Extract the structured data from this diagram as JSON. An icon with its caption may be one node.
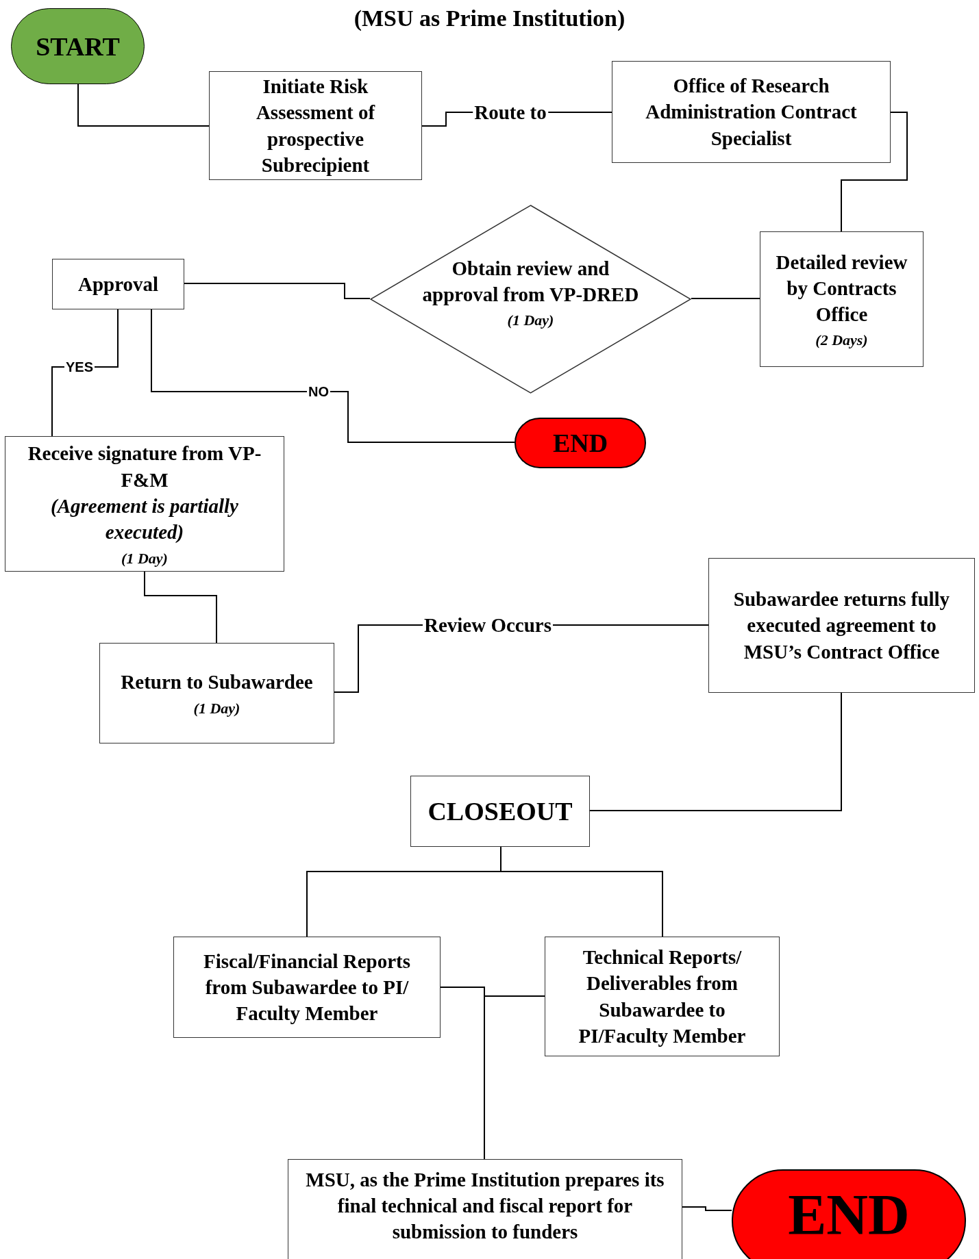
{
  "diagram": {
    "title": "(MSU as Prime Institution)",
    "nodes": [
      {
        "text": [
          "START"
        ]
      },
      {
        "text": [
          "Initiate Risk Assessment of prospective Subrecipient"
        ]
      },
      {
        "text": [
          "Office of Research Administration Contract Specialist"
        ]
      },
      {
        "text": [
          "Detailed review by Contracts Office",
          "(2 Days)"
        ]
      },
      {
        "text": [
          "Obtain review and approval from VP-DRED",
          "(1 Day)"
        ]
      },
      {
        "text": [
          "Approval"
        ]
      },
      {
        "text": [
          "END"
        ]
      },
      {
        "text": [
          "Receive signature from VP-F&M",
          "(Agreement is partially executed)",
          "(1 Day)"
        ]
      },
      {
        "text": [
          "Return to Subawardee",
          "(1 Day)"
        ]
      },
      {
        "text": [
          "Subawardee returns fully executed agreement to MSU’s Contract Office"
        ]
      },
      {
        "text": [
          "CLOSEOUT"
        ]
      },
      {
        "text": [
          "Fiscal/Financial Reports from Subawardee to PI/ Faculty Member"
        ]
      },
      {
        "text": [
          "Technical Reports/ Deliverables from Subawardee to PI/Faculty Member"
        ]
      },
      {
        "text": [
          "MSU, as the Prime Institution prepares its final technical and fiscal report for submission to funders"
        ]
      },
      {
        "text": [
          "END"
        ]
      }
    ],
    "edges": [
      {
        "from": 0,
        "to": 1,
        "arrow": "none"
      },
      {
        "from": 1,
        "to": 2,
        "arrow": "none",
        "label": "Route to"
      },
      {
        "from": 2,
        "to": 3,
        "arrow": "none"
      },
      {
        "from": 3,
        "to": 4,
        "arrow": "none"
      },
      {
        "from": 4,
        "to": 5,
        "arrow": "none"
      },
      {
        "from": 5,
        "to": 7,
        "arrow": "none",
        "label": "YES"
      },
      {
        "from": 5,
        "to": 6,
        "arrow": "none",
        "label": "NO"
      },
      {
        "from": 7,
        "to": 8,
        "arrow": "none"
      },
      {
        "from": 8,
        "to": 9,
        "arrow": "none",
        "label": "Review Occurs"
      },
      {
        "from": 9,
        "to": 10,
        "arrow": "none"
      },
      {
        "from": 10,
        "to": 11,
        "arrow": "none"
      },
      {
        "from": 10,
        "to": 12,
        "arrow": "none"
      },
      {
        "from": 11,
        "to": 13,
        "arrow": "none"
      },
      {
        "from": 12,
        "to": 13,
        "arrow": "none"
      },
      {
        "from": 13,
        "to": 14,
        "arrow": "none"
      }
    ]
  }
}
